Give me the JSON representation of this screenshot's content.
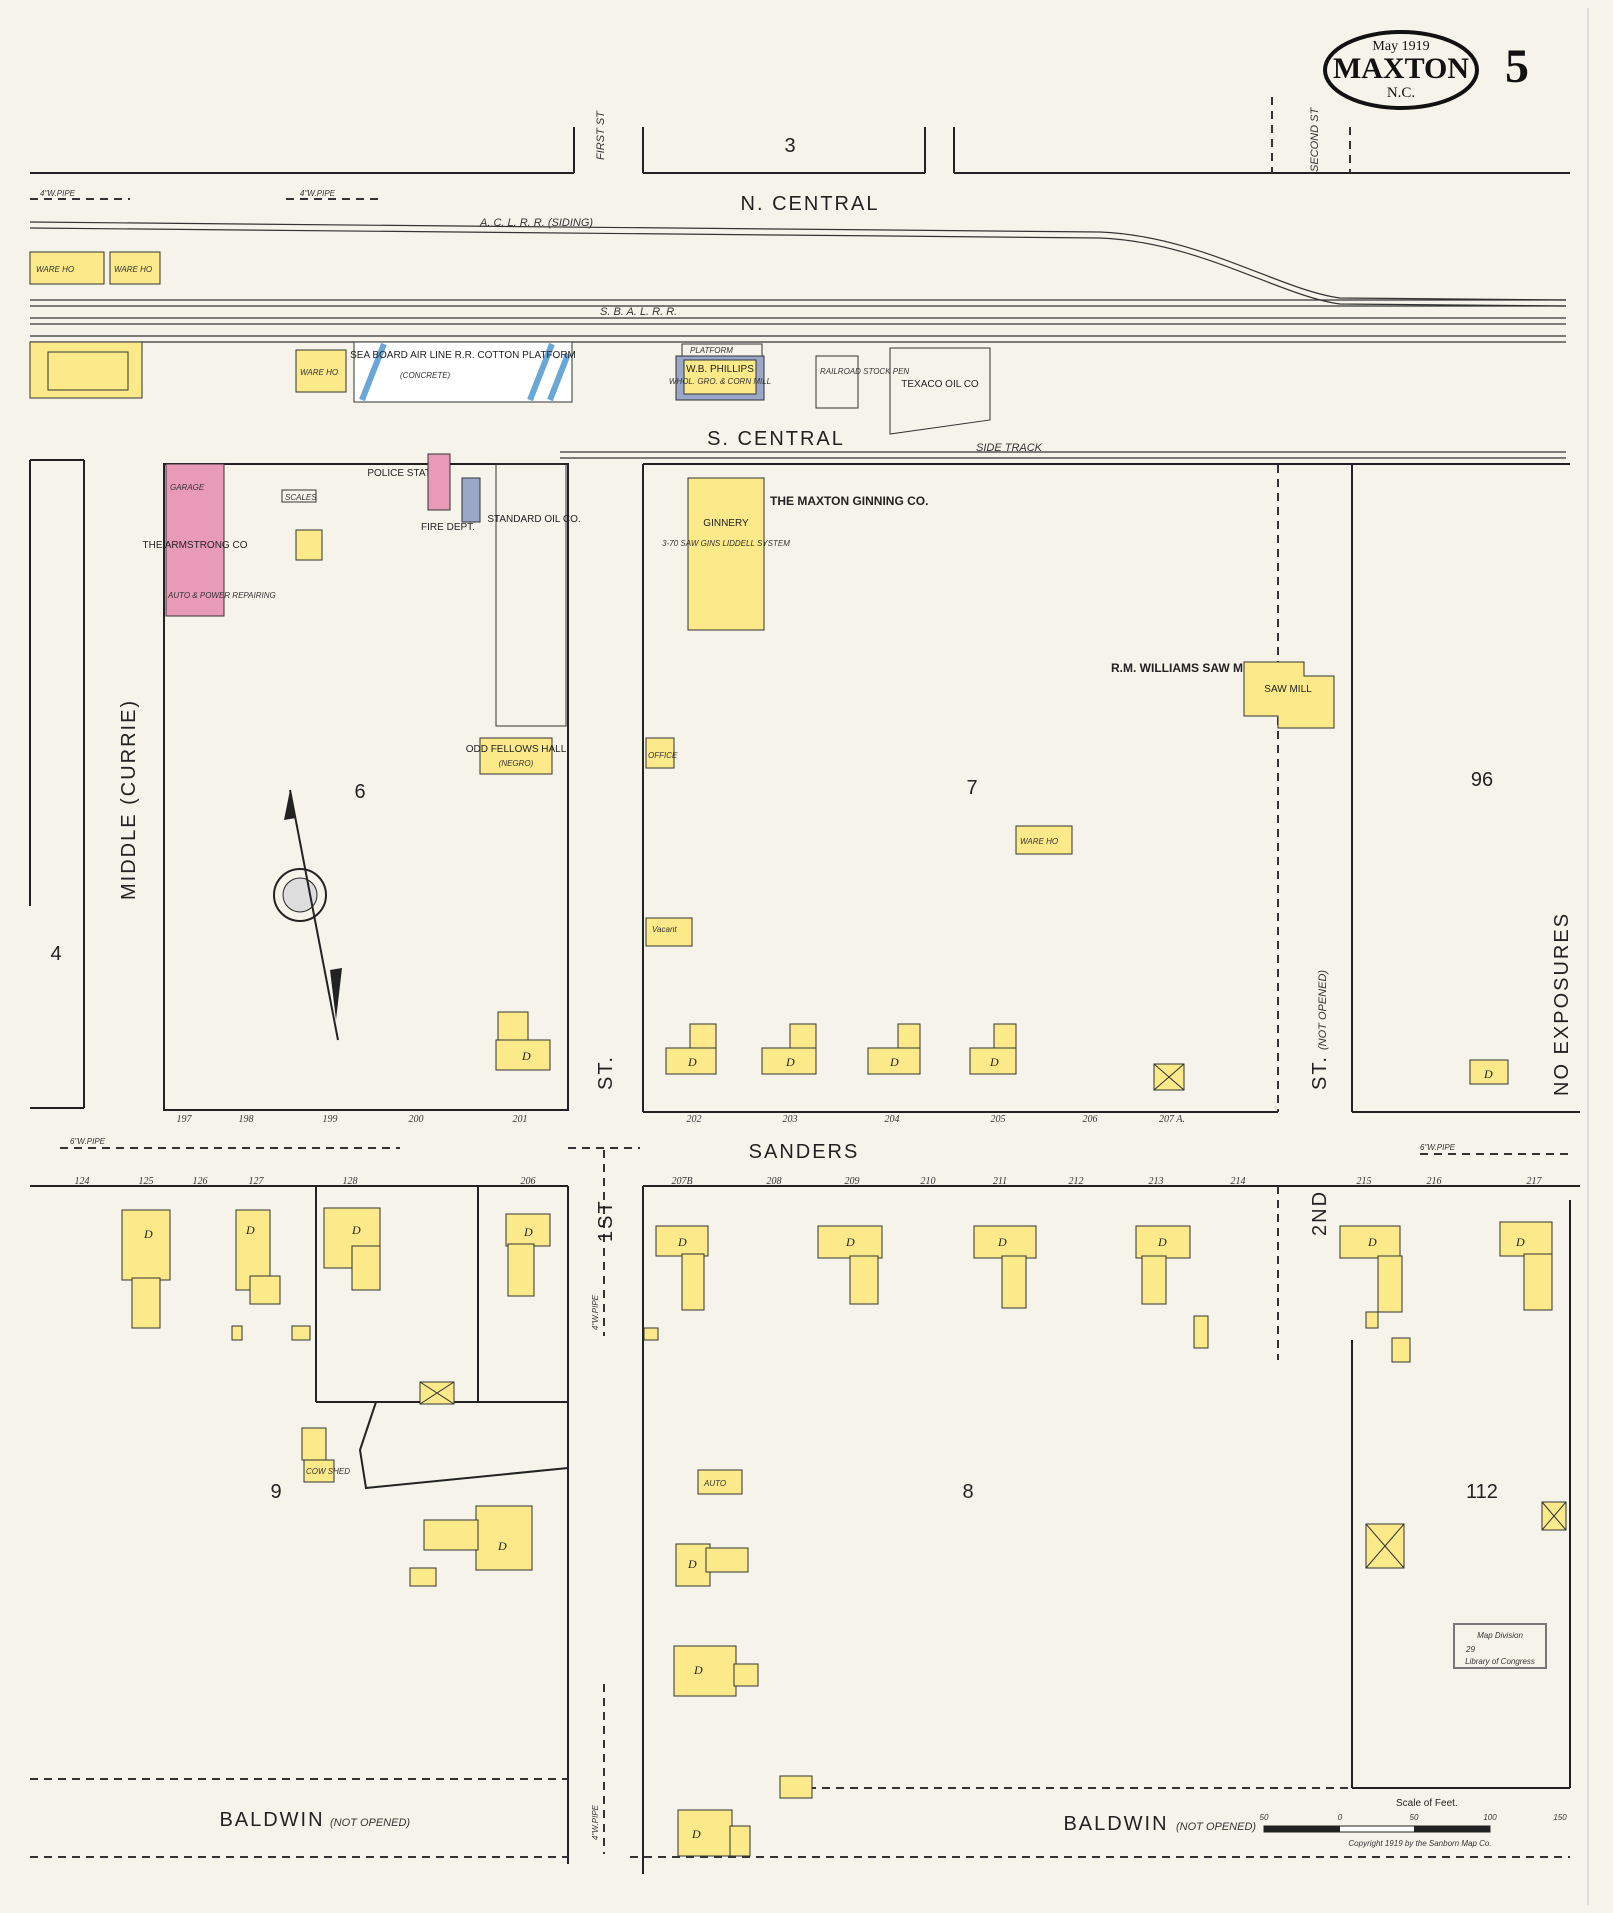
{
  "title": {
    "date": "May 1919",
    "town": "MAXTON",
    "state": "N.C.",
    "sheet": "5"
  },
  "streets": {
    "n_central": "N. CENTRAL",
    "s_central": "S. CENTRAL",
    "sanders": "SANDERS",
    "baldwin": "BALDWIN",
    "not_opened": "(NOT OPENED)",
    "middle": "MIDDLE (CURRIE)",
    "first_st": "FIRST ST",
    "second_st": "SECOND ST",
    "st": "ST.",
    "first": "1ST",
    "second": "2ND",
    "st_not_opened": "(NOT OPENED)"
  },
  "rail": {
    "acl": "A. C. L. R. R. (SIDING)",
    "sal": "S. B. A. L. R. R.",
    "side_track": "SIDE TRACK"
  },
  "pipes": {
    "six_w_pipe": "6\"W.PIPE",
    "four_w_pipe": "4\"W.PIPE"
  },
  "blocks": {
    "b3": "3",
    "b4": "4",
    "b6": "6",
    "b7": "7",
    "b8": "8",
    "b9": "9",
    "b96": "96",
    "b112": "112"
  },
  "buildings": {
    "ware_ho": "WARE HO",
    "seaboard": "SEA BOARD AIR LINE R.R. COTTON PLATFORM",
    "seaboard_sub": "(CONCRETE)",
    "platform": "PLATFORM",
    "phillips": "W.B. PHILLIPS",
    "phillips_sub": "WHOL. GRO. & CORN MILL",
    "railroad_pen": "RAILROAD STOCK PEN",
    "texaco": "TEXACO OIL CO",
    "garage": "GARAGE",
    "armstrong": "THE ARMSTRONG CO",
    "auto_repairing": "AUTO & POWER REPAIRING",
    "police": "POLICE STATION",
    "fire_dept": "FIRE DEPT.",
    "standard_oil": "STANDARD OIL CO.",
    "odd_fellows": "ODD FELLOWS HALL",
    "negro": "(NEGRO)",
    "maxton_ginning": "THE MAXTON GINNING CO.",
    "ginnery": "GINNERY",
    "ginnery_sub": "3-70 SAW GINS LIDDELL SYSTEM",
    "williams": "R.M. WILLIAMS SAW MILL",
    "saw_mill": "SAW MILL",
    "vacant": "Vacant",
    "office": "OFFICE",
    "auto": "AUTO",
    "scales": "SCALES",
    "cow_shed": "COW SHED",
    "dwelling": "D",
    "no_exposures": "NO EXPOSURES"
  },
  "lot_numbers": {
    "sanders_south_left": [
      "124",
      "125",
      "126",
      "127",
      "128",
      "206"
    ],
    "sanders_north_left": [
      "197",
      "198",
      "199",
      "200",
      "201"
    ],
    "sanders_north_right": [
      "202",
      "203",
      "204",
      "205",
      "206",
      "207 A."
    ],
    "sanders_south_right": [
      "207B",
      "208",
      "209",
      "210",
      "211",
      "212",
      "213",
      "214",
      "215",
      "216",
      "217"
    ]
  },
  "scale": {
    "label": "Scale of Feet.",
    "ticks": [
      "50",
      "0",
      "50",
      "100",
      "150"
    ]
  },
  "stamp": {
    "line1": "Map Division",
    "line2": "29",
    "line3": "Library of Congress"
  },
  "copyright": "Copyright 1919 by the Sanborn Map Co.",
  "colors": {
    "paper": "#f6f4ea",
    "frame": "#fbe98a",
    "brick": "#e89ab8",
    "stone": "#9aa7c8",
    "ink": "#222222"
  }
}
